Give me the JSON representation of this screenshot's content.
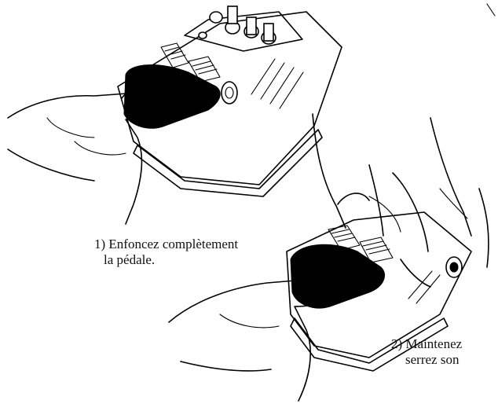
{
  "captions": {
    "step1": {
      "line1": "1) Enfoncez complètement",
      "line2": "la pédale."
    },
    "step2": {
      "line1": "2) Maintenez",
      "line2": "serrez son"
    }
  },
  "colors": {
    "ink": "#000000",
    "background": "#ffffff"
  }
}
